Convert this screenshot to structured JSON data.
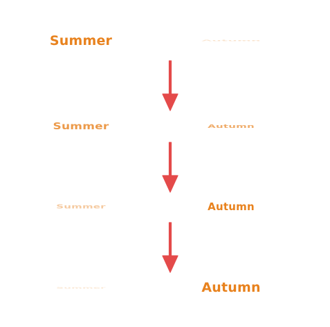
{
  "diagram": {
    "stages": [
      {
        "left": "Summer",
        "right": "Autumn"
      },
      {
        "left": "Summer",
        "right": "Autumn"
      },
      {
        "left": "Summer",
        "right": "Autumn"
      },
      {
        "left": "Summer",
        "right": "Autumn"
      }
    ],
    "text_color": "#e8821e",
    "arrow_color": "#e44a4a",
    "arrow_icon": "down-arrow-icon"
  }
}
